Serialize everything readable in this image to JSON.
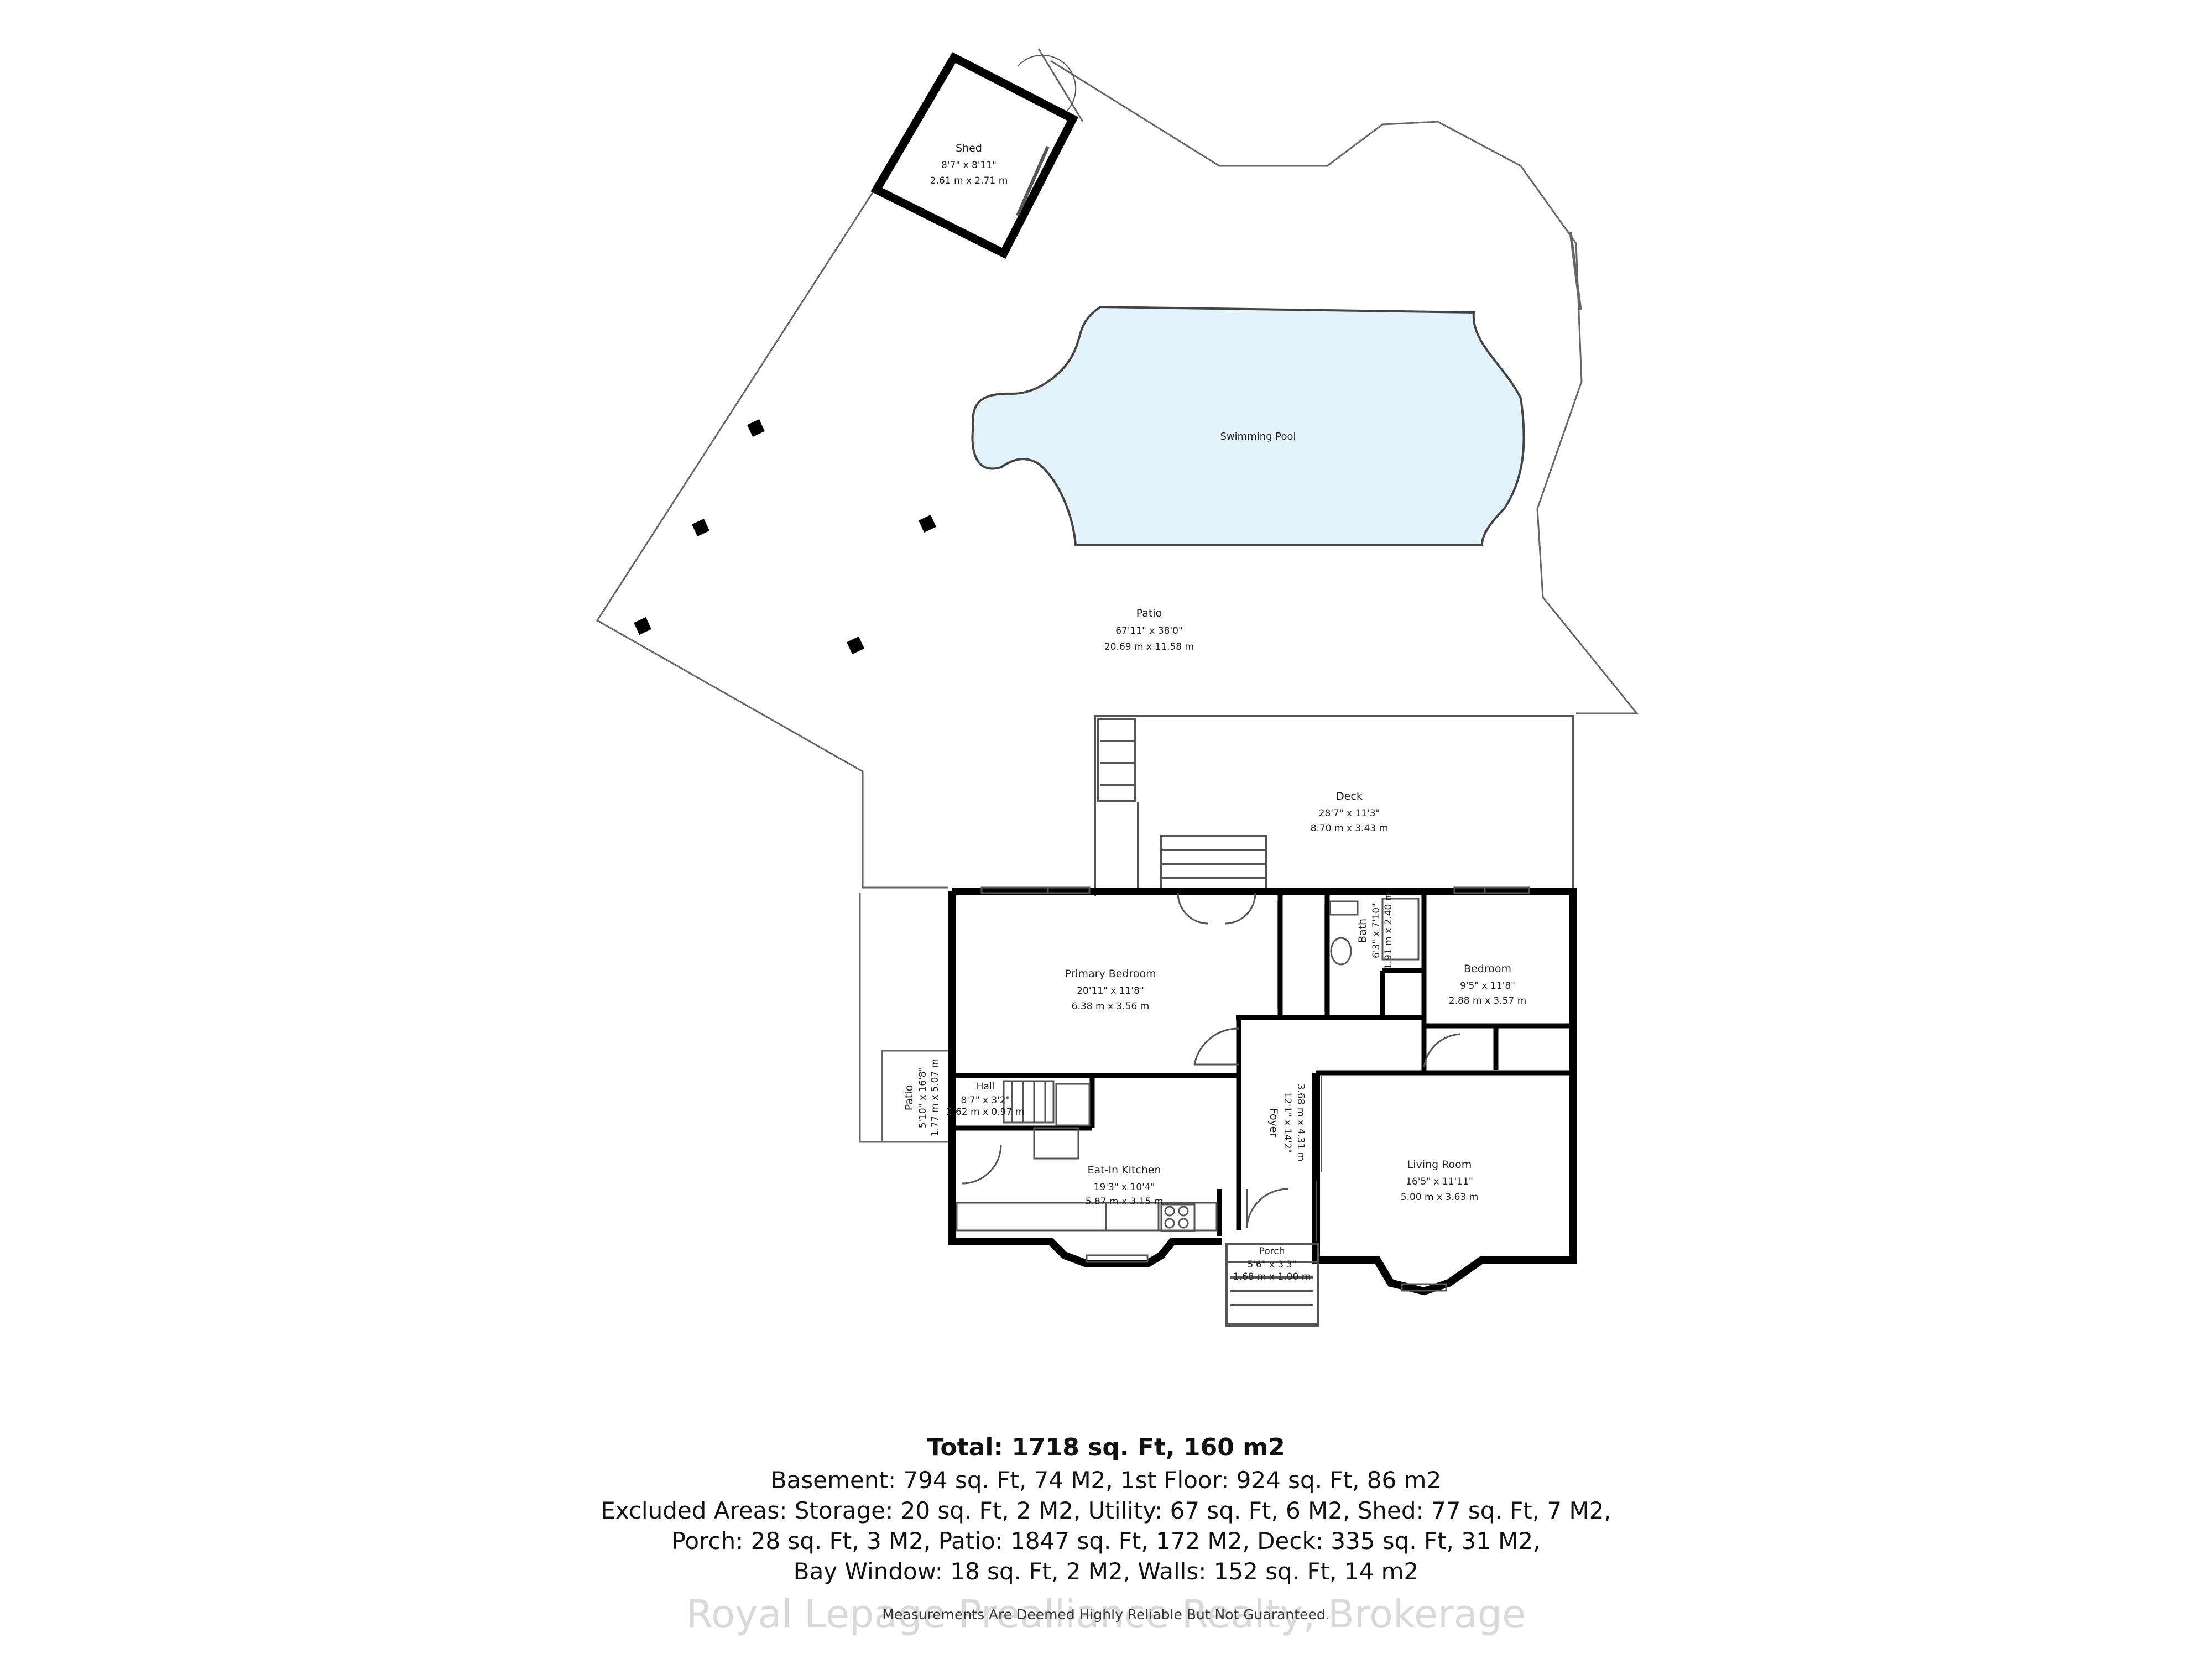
{
  "rooms": {
    "shed": {
      "name": "Shed",
      "dim_imperial": "8'7\" x 8'11\"",
      "dim_metric": "2.61 m x 2.71 m"
    },
    "pool": {
      "name": "Swimming Pool"
    },
    "patio": {
      "name": "Patio",
      "dim_imperial": "67'11\" x 38'0\"",
      "dim_metric": "20.69 m x 11.58 m"
    },
    "deck": {
      "name": "Deck",
      "dim_imperial": "28'7\" x 11'3\"",
      "dim_metric": "8.70 m x 3.43 m"
    },
    "primary_bedroom": {
      "name": "Primary Bedroom",
      "dim_imperial": "20'11\" x 11'8\"",
      "dim_metric": "6.38 m x 3.56 m"
    },
    "bath": {
      "name": "Bath",
      "dim_imperial": "6'3\" x 7'10\"",
      "dim_metric": "1.91 m x 2.40 m"
    },
    "bedroom": {
      "name": "Bedroom",
      "dim_imperial": "9'5\" x 11'8\"",
      "dim_metric": "2.88 m x 3.57 m"
    },
    "hall": {
      "name": "Hall",
      "dim_imperial": "8'7\" x 3'2\"",
      "dim_metric": "2.62 m x 0.97 m"
    },
    "side_patio": {
      "name": "Patio",
      "dim_imperial": "5'10\" x 16'8\"",
      "dim_metric": "1.77 m x 5.07 m"
    },
    "foyer": {
      "name": "Foyer",
      "dim_imperial": "12'1\" x 14'2\"",
      "dim_metric": "3.68 m x 4.31 m"
    },
    "kitchen": {
      "name": "Eat-In Kitchen",
      "dim_imperial": "19'3\" x 10'4\"",
      "dim_metric": "5.87 m x 3.15 m"
    },
    "living": {
      "name": "Living Room",
      "dim_imperial": "16'5\" x 11'11\"",
      "dim_metric": "5.00 m x 3.63 m"
    },
    "porch": {
      "name": "Porch",
      "dim_imperial": "5'6\" x 3'3\"",
      "dim_metric": "1.68 m x 1.00 m"
    }
  },
  "summary": {
    "total": "Total: 1718 sq. Ft, 160 m2",
    "line1": "Basement: 794 sq. Ft, 74 M2, 1st Floor: 924 sq. Ft, 86 m2",
    "line2": "Excluded Areas: Storage: 20 sq. Ft, 2 M2, Utility: 67 sq. Ft, 6 M2, Shed: 77 sq. Ft, 7 M2,",
    "line3": "Porch: 28 sq. Ft, 3 M2, Patio: 1847 sq. Ft, 172 M2, Deck: 335 sq. Ft, 31 M2,",
    "line4": "Bay Window: 18 sq. Ft, 2 M2, Walls: 152 sq. Ft, 14 m2",
    "disclaimer": "Measurements Are Deemed Highly Reliable But Not Guaranteed."
  },
  "watermark": "Royal Lepage Prealliance Realty, Brokerage",
  "colors": {
    "pool_fill": "#e3f2fb",
    "wall": "#000000",
    "outline": "#555555"
  }
}
